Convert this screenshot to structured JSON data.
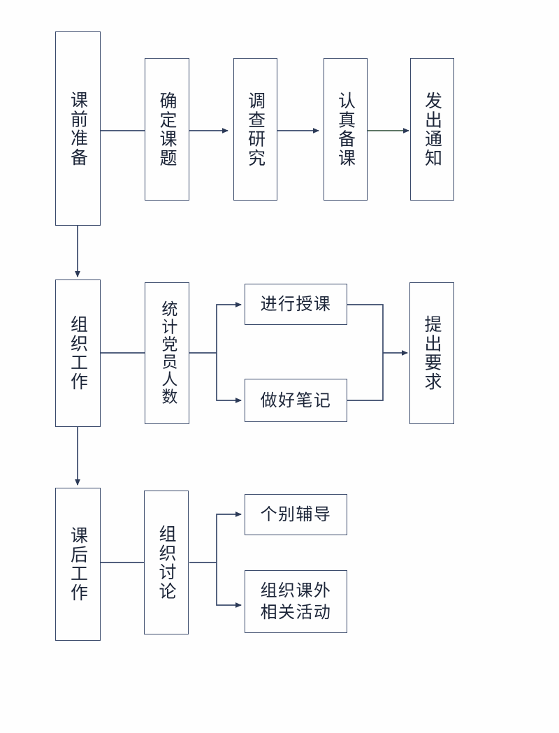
{
  "document": {
    "type": "flowchart",
    "title_text_present": false,
    "background": "#ffffff",
    "line_color": "#3a4a6b",
    "text_color": "#1c2538"
  },
  "nodes": {
    "pre_class_prep": {
      "label": "课前准备",
      "orientation": "vertical"
    },
    "confirm_topic": {
      "label": "确定课题",
      "orientation": "vertical"
    },
    "investigate": {
      "label": "调查研究",
      "orientation": "vertical"
    },
    "prepare_lesson": {
      "label": "认真备课",
      "orientation": "vertical"
    },
    "send_notice": {
      "label": "发出通知",
      "orientation": "vertical"
    },
    "organize_work": {
      "label": "组织工作",
      "orientation": "vertical"
    },
    "count_members": {
      "label": "统计党员人数",
      "orientation": "vertical"
    },
    "give_lesson": {
      "label": "进行授课",
      "orientation": "horizontal"
    },
    "take_notes": {
      "label": "做好笔记",
      "orientation": "horizontal"
    },
    "raise_requirement": {
      "label": "提出要求",
      "orientation": "vertical"
    },
    "after_class_work": {
      "label": "课后工作",
      "orientation": "vertical"
    },
    "organize_discuss": {
      "label": "组织讨论",
      "orientation": "vertical"
    },
    "individual_tutor": {
      "label": "个别辅导",
      "orientation": "horizontal"
    },
    "extra_activity_l1": {
      "label": "组织课外",
      "orientation": "horizontal"
    },
    "extra_activity_l2": {
      "label": "相关活动",
      "orientation": "horizontal"
    }
  }
}
